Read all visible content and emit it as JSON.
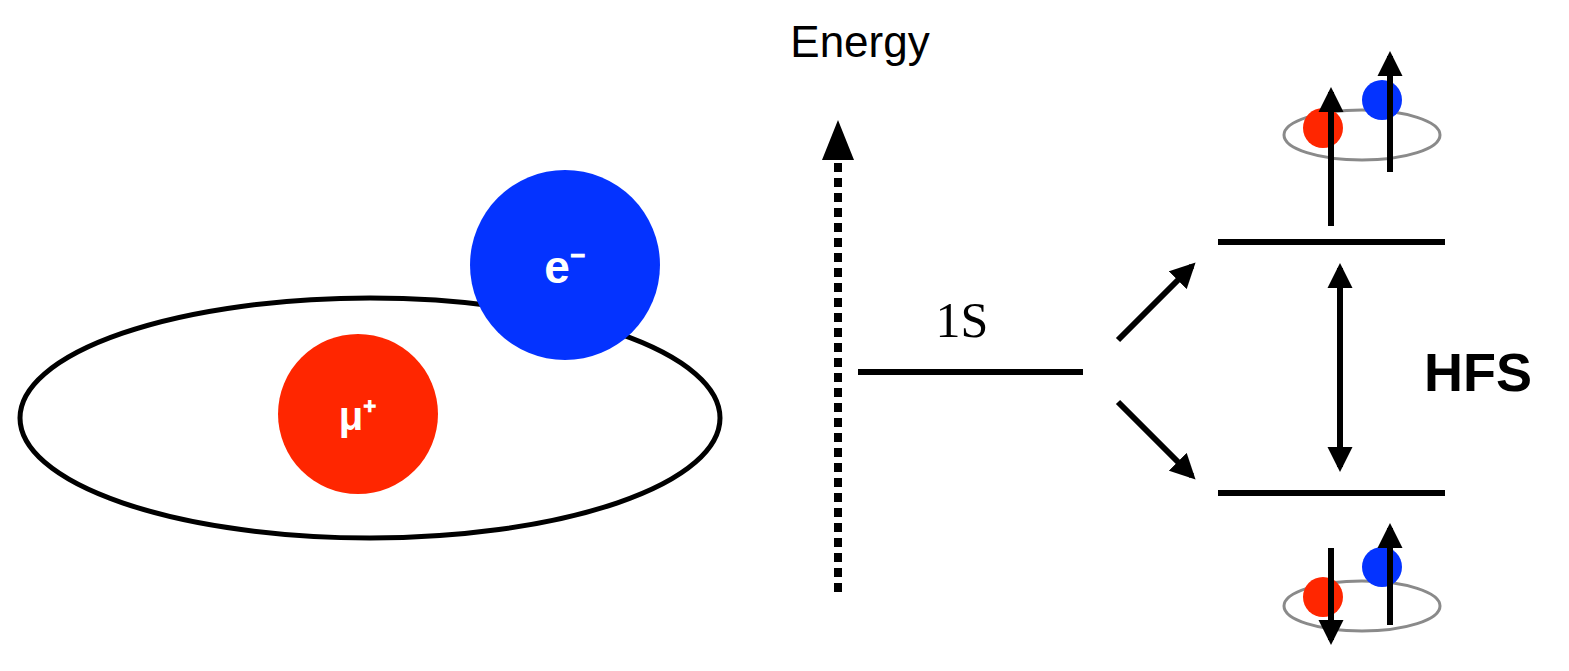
{
  "diagram": {
    "nodes": [
      {
        "text": [
          "e⁻"
        ]
      },
      {
        "text": [
          "μ⁺"
        ]
      }
    ],
    "labels": [
      "Energy",
      "1S",
      "HFS"
    ]
  }
}
